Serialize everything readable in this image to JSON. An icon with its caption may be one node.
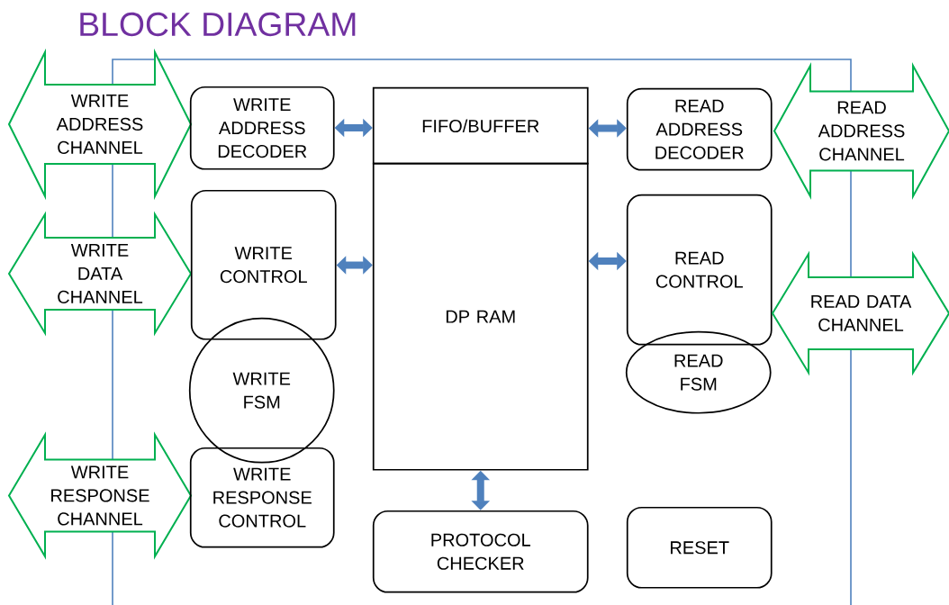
{
  "diagram": {
    "title": "BLOCK DIAGRAM",
    "nodes": [
      {
        "text": [],
        "shape": "box"
      },
      {
        "text": [
          "WRITE ADDRESS CHANNEL"
        ]
      },
      {
        "text": [
          "WRITE ADDRESS DECODER"
        ],
        "in": 0
      },
      {
        "text": [
          "FIFO/BUFFER"
        ],
        "in": 0
      },
      {
        "text": [
          "READ ADDRESS DECODER"
        ],
        "in": 0
      },
      {
        "text": [
          "READ ADDRESS CHANNEL"
        ]
      },
      {
        "text": [
          "WRITE DATA CHANNEL"
        ]
      },
      {
        "text": [
          "WRITE CONTROL"
        ],
        "in": 0
      },
      {
        "text": [
          "DP RAM"
        ],
        "in": 0
      },
      {
        "text": [
          "READ CONTROL"
        ],
        "in": 0
      },
      {
        "text": [
          "READ DATA CHANNEL"
        ]
      },
      {
        "text": [
          "WRITE FSM"
        ],
        "in": 0
      },
      {
        "text": [
          "READ FSM"
        ],
        "in": 0
      },
      {
        "text": [
          "WRITE RESPONSE CHANNEL"
        ]
      },
      {
        "text": [
          "WRITE RESPONSE CONTROL"
        ],
        "in": 0
      },
      {
        "text": [
          "PROTOCOL CHECKER"
        ],
        "in": 0
      },
      {
        "text": [
          "RESET"
        ],
        "in": 0
      }
    ],
    "edges": [
      {
        "from": 2,
        "to": 3,
        "arrow": "both"
      },
      {
        "from": 3,
        "to": 4,
        "arrow": "both"
      },
      {
        "from": 7,
        "to": 8,
        "arrow": "both"
      },
      {
        "from": 8,
        "to": 9,
        "arrow": "both"
      },
      {
        "from": 8,
        "to": 15,
        "arrow": "both"
      }
    ]
  }
}
